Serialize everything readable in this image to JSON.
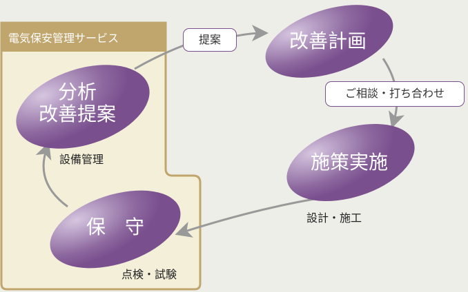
{
  "panel": {
    "title": "電気保安管理サービス"
  },
  "nodes": {
    "analysis": {
      "line1": "分析",
      "line2": "改善提案",
      "caption": "設備管理"
    },
    "plan": {
      "label": "改善計画"
    },
    "implement": {
      "label": "施策実施",
      "caption": "設計・施工"
    },
    "maintenance": {
      "label": "保　守",
      "caption": "点検・試験"
    }
  },
  "tags": {
    "proposal": "提案",
    "consult": "ご相談・打ち合わせ"
  },
  "colors": {
    "node": "#7a4f8e",
    "panel_border": "#c0a56c",
    "panel_fill": "#f3efd9",
    "arrow": "#999999"
  }
}
